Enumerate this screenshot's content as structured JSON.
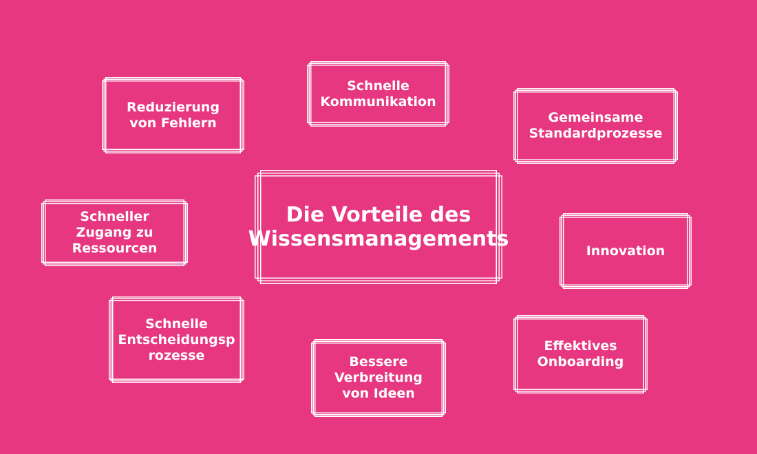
{
  "diagram": {
    "background_color": "#e63780",
    "line_color": "#ffffff",
    "center": {
      "title": "Die Vorteile des\nWissensmanagements"
    },
    "benefits": [
      {
        "id": "reduzierung",
        "label": "Reduzierung\nvon Fehlern"
      },
      {
        "id": "kommunikation",
        "label": "Schnelle\nKommunikation"
      },
      {
        "id": "standardprozesse",
        "label": "Gemeinsame\nStandardprozesse"
      },
      {
        "id": "ressourcen",
        "label": "Schneller\nZugang zu\nRessourcen"
      },
      {
        "id": "innovation",
        "label": "Innovation"
      },
      {
        "id": "entscheidungsprozesse",
        "label": "Schnelle\nEntscheidungsp\nrozesse"
      },
      {
        "id": "verbreitung",
        "label": "Bessere\nVerbreitung\nvon Ideen"
      },
      {
        "id": "onboarding",
        "label": "Effektives\nOnboarding"
      }
    ]
  }
}
